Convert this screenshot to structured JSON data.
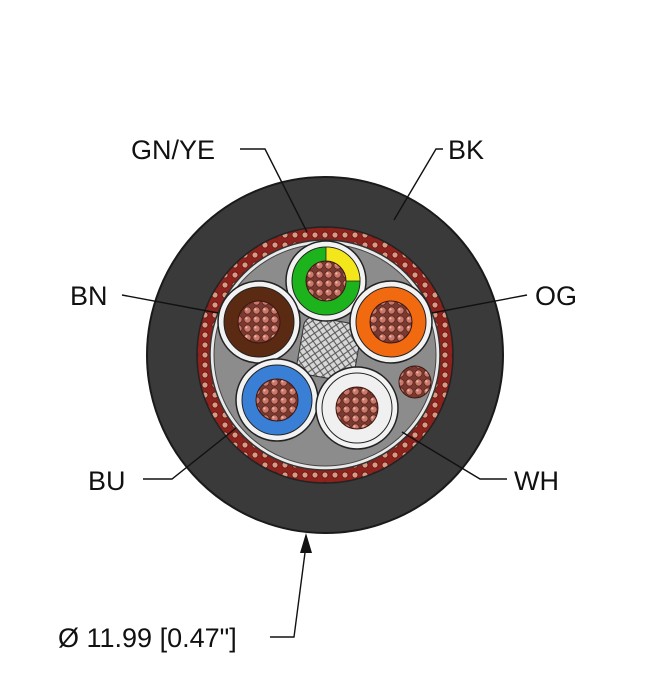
{
  "labels": {
    "gnye": "GN/YE",
    "bk": "BK",
    "bn": "BN",
    "og": "OG",
    "bu": "BU",
    "wh": "WH"
  },
  "dimension": "Ø 11.99 [0.47\"]",
  "colors": {
    "jacket": "#3a3a3a",
    "braid": "#9c2a22",
    "braid_wire": "#d9a08a",
    "filler": "#8c8c8c",
    "copper": "#b5665c",
    "copper_light": "#e6a898",
    "green": "#1db31d",
    "yellow": "#f3e61a",
    "brown": "#5a2a12",
    "orange": "#f26a10",
    "blue": "#3a7fd6",
    "white": "#f2f2f2"
  }
}
